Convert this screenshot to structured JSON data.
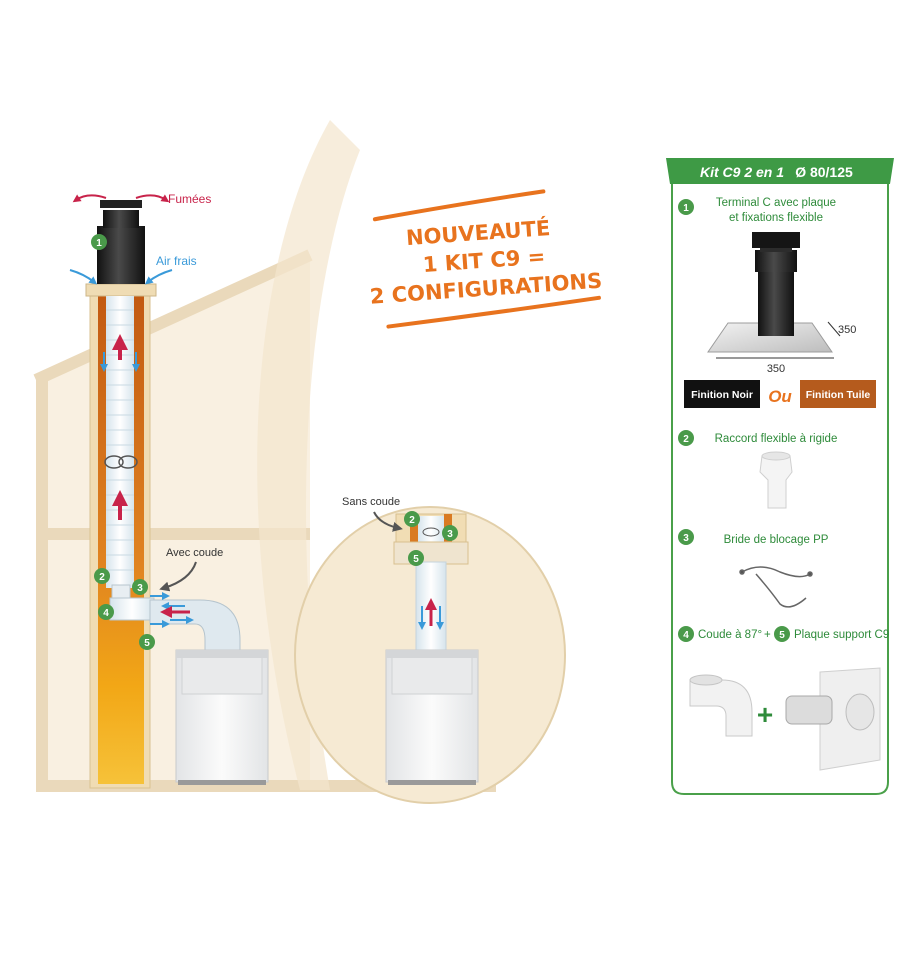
{
  "labels": {
    "fumees": "Fumées",
    "air_frais": "Air frais",
    "avec_coude": "Avec coude",
    "sans_coude": "Sans coude"
  },
  "headline": {
    "line1": "NOUVEAUTÉ",
    "line2": "1 KIT C9 =",
    "line3": "2 CONFIGURATIONS"
  },
  "markers": {
    "m1": "1",
    "m2": "2",
    "m3": "3",
    "m4": "4",
    "m5": "5"
  },
  "panel": {
    "title_script": "Kit C9 2 en 1",
    "title_plain": "Ø 80/125",
    "item1_line1": "Terminal C avec plaque",
    "item1_line2": "et fixations flexible",
    "dim_depth": "350",
    "dim_width": "350",
    "finition_noir": "Finition Noir",
    "ou": "Ou",
    "finition_tuile": "Finition Tuile",
    "item2": "Raccord flexible à rigide",
    "item3": "Bride de blocage PP",
    "item4": "Coude à 87°",
    "plus_text": "+",
    "item5": "Plaque support C9",
    "plus_big": "+"
  },
  "colors": {
    "green": "#2e8b3a",
    "orange": "#e8731e",
    "red_arrow": "#c8234a",
    "blue_arrow": "#3a9ad9"
  }
}
